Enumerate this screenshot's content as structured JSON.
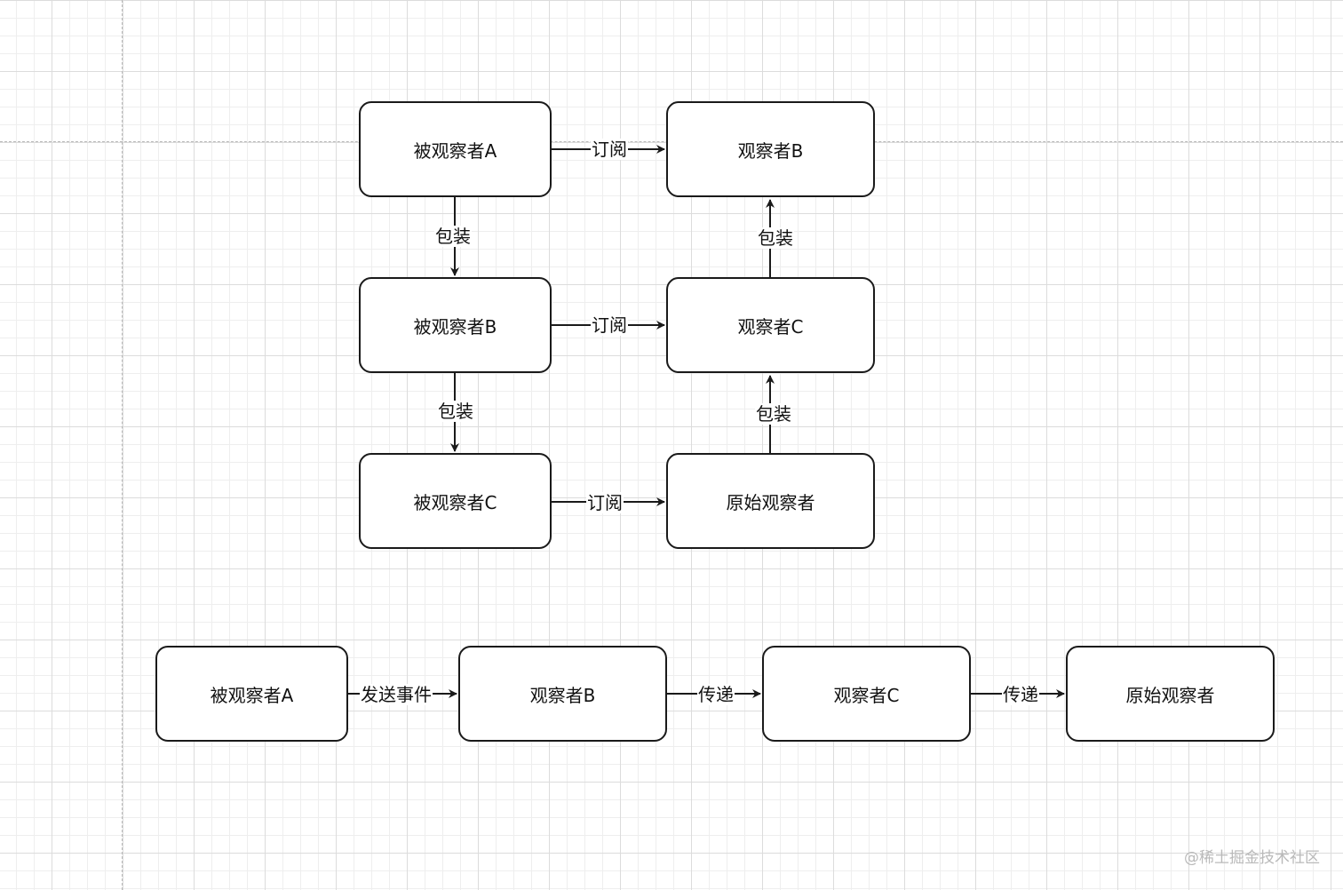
{
  "nodes": {
    "obs_a": "被观察者A",
    "obs_b": "被观察者B",
    "obs_c": "被观察者C",
    "observer_b": "观察者B",
    "observer_c": "观察者C",
    "original": "原始观察者",
    "flow_obs_a": "被观察者A",
    "flow_observer_b": "观察者B",
    "flow_observer_c": "观察者C",
    "flow_original": "原始观察者"
  },
  "edge_labels": {
    "subscribe_a": "订阅",
    "subscribe_b": "订阅",
    "subscribe_c": "订阅",
    "wrap_a_b": "包装",
    "wrap_b_c": "包装",
    "wrap_c_b": "包装",
    "wrap_orig_c": "包装",
    "send_event": "发送事件",
    "pass_1": "传递",
    "pass_2": "传递"
  },
  "watermark": "@稀土掘金技术社区",
  "colors": {
    "stroke": "#1a1a1a",
    "grid": "#dcdcdc"
  }
}
